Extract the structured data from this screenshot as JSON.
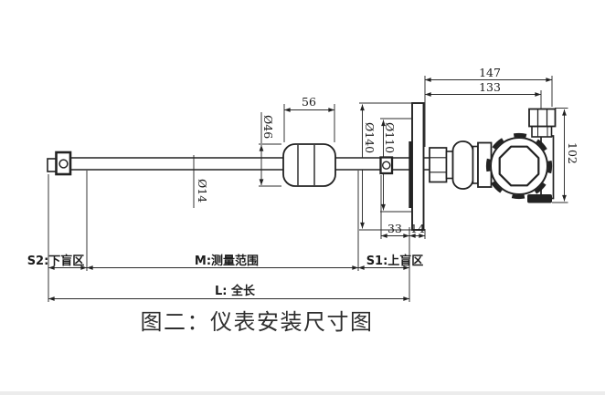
{
  "figure": {
    "title": "图二：仪表安装尺寸图",
    "kind": "instrument-installation-dimension-drawing"
  },
  "dimensions": {
    "float_length": "56",
    "float_diameter": "Ø46",
    "rod_diameter": "Ø14",
    "flange_outer_diameter": "Ø140",
    "flange_bolt_circle_diameter": "Ø110",
    "housing_overall_width": "147",
    "housing_width_to_gland": "133",
    "housing_height": "102",
    "flange_hub_length": "33",
    "flange_thickness": "14"
  },
  "zones": {
    "lower_blind_zone": "S2:下盲区",
    "measuring_range": "M:测量范围",
    "upper_blind_zone": "S1:上盲区",
    "total_length": "L: 全长"
  }
}
